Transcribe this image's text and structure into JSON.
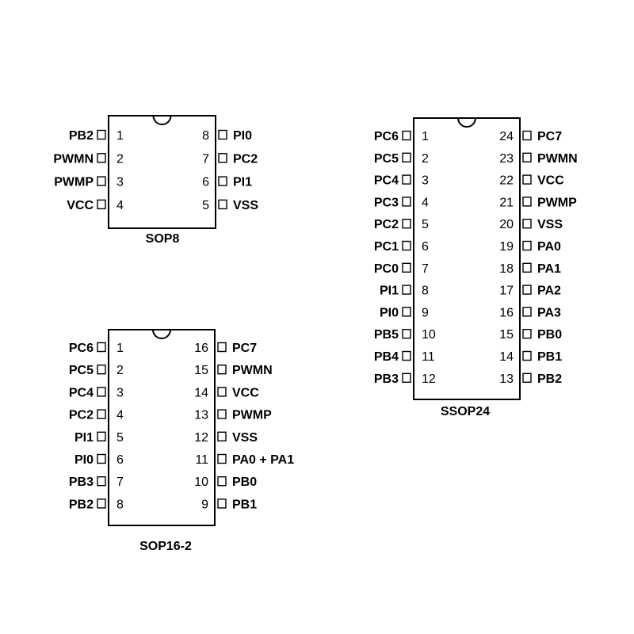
{
  "packages": [
    {
      "id": "sop8",
      "name": "SOP8",
      "left": [
        {
          "num": "1",
          "signal": "PB2"
        },
        {
          "num": "2",
          "signal": "PWMN"
        },
        {
          "num": "3",
          "signal": "PWMP"
        },
        {
          "num": "4",
          "signal": "VCC"
        }
      ],
      "right": [
        {
          "num": "8",
          "signal": "PI0"
        },
        {
          "num": "7",
          "signal": "PC2"
        },
        {
          "num": "6",
          "signal": "PI1"
        },
        {
          "num": "5",
          "signal": "VSS"
        }
      ]
    },
    {
      "id": "sop16-2",
      "name": "SOP16-2",
      "left": [
        {
          "num": "1",
          "signal": "PC6"
        },
        {
          "num": "2",
          "signal": "PC5"
        },
        {
          "num": "3",
          "signal": "PC4"
        },
        {
          "num": "4",
          "signal": "PC2"
        },
        {
          "num": "5",
          "signal": "PI1"
        },
        {
          "num": "6",
          "signal": "PI0"
        },
        {
          "num": "7",
          "signal": "PB3"
        },
        {
          "num": "8",
          "signal": "PB2"
        }
      ],
      "right": [
        {
          "num": "16",
          "signal": "PC7"
        },
        {
          "num": "15",
          "signal": "PWMN"
        },
        {
          "num": "14",
          "signal": "VCC"
        },
        {
          "num": "13",
          "signal": "PWMP"
        },
        {
          "num": "12",
          "signal": "VSS"
        },
        {
          "num": "11",
          "signal": "PA0 + PA1"
        },
        {
          "num": "10",
          "signal": "PB0"
        },
        {
          "num": "9",
          "signal": "PB1"
        }
      ]
    },
    {
      "id": "ssop24",
      "name": "SSOP24",
      "left": [
        {
          "num": "1",
          "signal": "PC6"
        },
        {
          "num": "2",
          "signal": "PC5"
        },
        {
          "num": "3",
          "signal": "PC4"
        },
        {
          "num": "4",
          "signal": "PC3"
        },
        {
          "num": "5",
          "signal": "PC2"
        },
        {
          "num": "6",
          "signal": "PC1"
        },
        {
          "num": "7",
          "signal": "PC0"
        },
        {
          "num": "8",
          "signal": "PI1"
        },
        {
          "num": "9",
          "signal": "PI0"
        },
        {
          "num": "10",
          "signal": "PB5"
        },
        {
          "num": "11",
          "signal": "PB4"
        },
        {
          "num": "12",
          "signal": "PB3"
        }
      ],
      "right": [
        {
          "num": "24",
          "signal": "PC7"
        },
        {
          "num": "23",
          "signal": "PWMN"
        },
        {
          "num": "22",
          "signal": "VCC"
        },
        {
          "num": "21",
          "signal": "PWMP"
        },
        {
          "num": "20",
          "signal": "VSS"
        },
        {
          "num": "19",
          "signal": "PA0"
        },
        {
          "num": "18",
          "signal": "PA1"
        },
        {
          "num": "17",
          "signal": "PA2"
        },
        {
          "num": "16",
          "signal": "PA3"
        },
        {
          "num": "15",
          "signal": "PB0"
        },
        {
          "num": "14",
          "signal": "PB1"
        },
        {
          "num": "13",
          "signal": "PB2"
        }
      ]
    }
  ]
}
